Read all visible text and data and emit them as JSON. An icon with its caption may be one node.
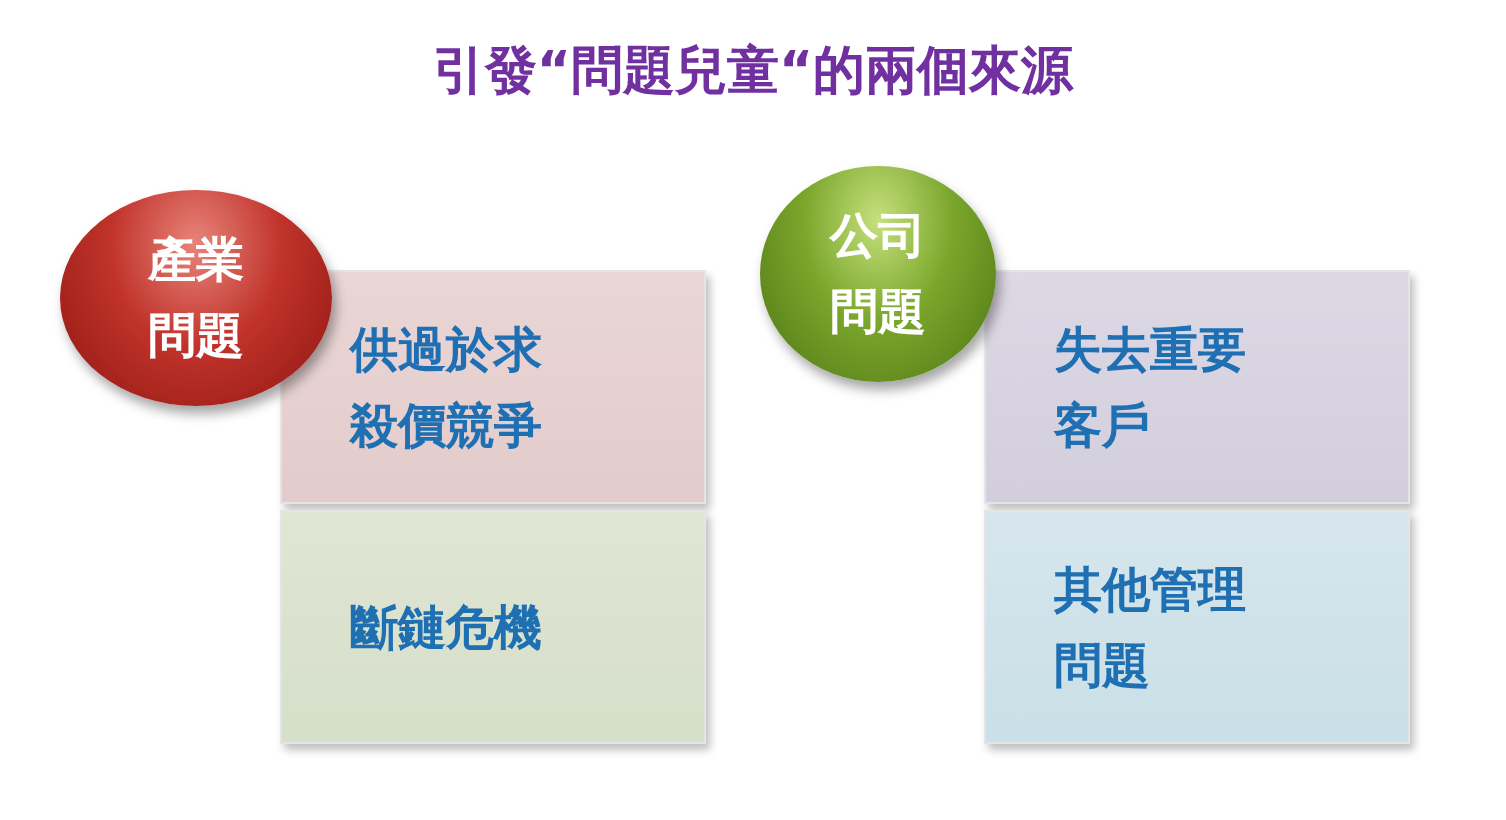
{
  "diagram": {
    "title": "引發“問題兒童“的兩個來源",
    "nodes": [
      {
        "text": [
          "產業問題"
        ]
      },
      {
        "text": [
          "供過於求殺價競爭"
        ]
      },
      {
        "text": [
          "斷鏈危機"
        ]
      },
      {
        "text": [
          "公司問題"
        ]
      },
      {
        "text": [
          "失去重要客戶"
        ]
      },
      {
        "text": [
          "其他管理問題"
        ]
      }
    ]
  }
}
